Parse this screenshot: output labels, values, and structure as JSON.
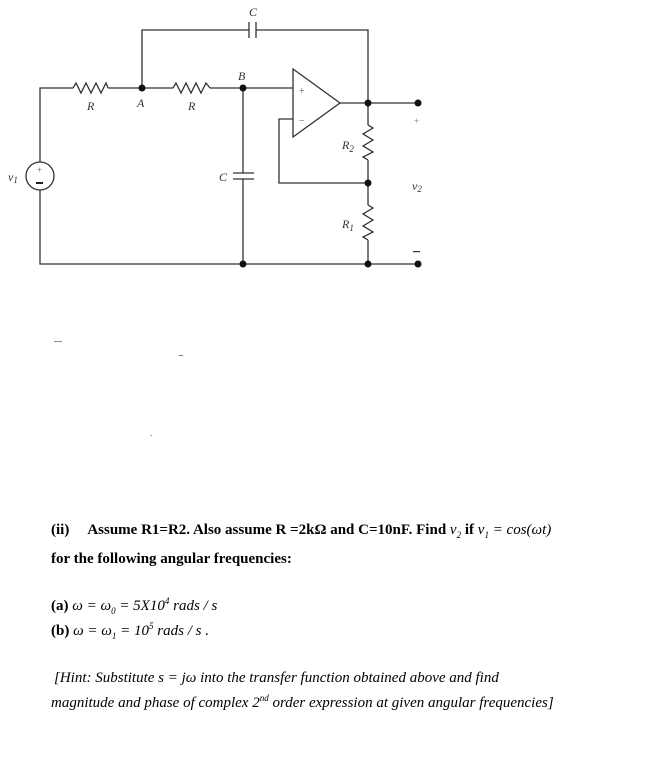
{
  "circuit": {
    "labels": {
      "cap_top": "C",
      "cap_bottom": "C",
      "res_left": "R",
      "res_mid": "R",
      "node_a": "A",
      "node_b": "B",
      "r2": "R",
      "r2_sub": "2",
      "r1": "R",
      "r1_sub": "1",
      "v1": "v",
      "v1_sub": "1",
      "v2": "v",
      "v2_sub": "2",
      "opamp_plus": "+",
      "opamp_minus": "−",
      "src_plus": "+",
      "src_minus": "−",
      "out_plus": "+",
      "out_minus": "−"
    },
    "colors": {
      "wire": "#333333",
      "node": "#111111"
    }
  },
  "question": {
    "part_label": "(ii)",
    "line1_text": "Assume R1=R2. Also assume R =2kΩ and C=10nF. Find",
    "v2_symbol": "v",
    "v2_sub": "2",
    "if_text": "if",
    "v1_symbol": "v",
    "v1_sub": "1",
    "equals_cos": "= cos(ωt)",
    "line2_text": "for the following angular frequencies:",
    "items": [
      {
        "label": "(a)",
        "expr_pre": "ω = ω",
        "expr_sub": "0",
        "expr_mid": " = 5X10",
        "expr_sup": "4",
        "expr_post": " rads / s"
      },
      {
        "label": "(b)",
        "expr_pre": "ω = ω",
        "expr_sub": "1",
        "expr_mid": " = 10",
        "expr_sup": "5",
        "expr_post": " rads / s ."
      }
    ],
    "hint_line1": "[Hint: Substitute  s = jω  into the transfer function obtained above and find",
    "hint_line2_pre": "magnitude and phase of complex 2",
    "hint_line2_sup": "nd",
    "hint_line2_post": " order expression at given angular frequencies]"
  }
}
